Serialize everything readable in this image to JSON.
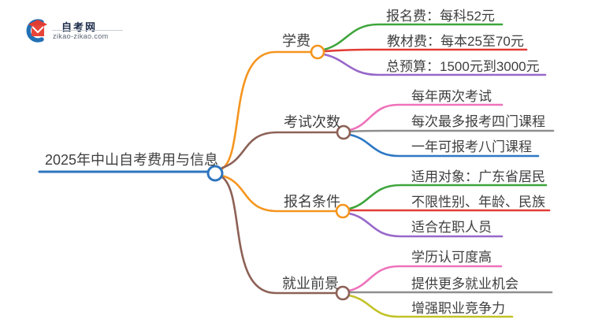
{
  "logo": {
    "title": "自考网",
    "domain": "zikao-zikao.com"
  },
  "mindmap": {
    "root": {
      "label": "2025年中山自考费用与信息"
    },
    "branches": [
      {
        "label": "学费",
        "children": [
          "报名费：每科52元",
          "教材费：每本25至70元",
          "总预算：1500元到3000元"
        ]
      },
      {
        "label": "考试次数",
        "children": [
          "每年两次考试",
          "每次最多报考四门课程",
          "一年可报考八门课程"
        ]
      },
      {
        "label": "报名条件",
        "children": [
          "适用对象：广东省居民",
          "不限性别、年龄、民族",
          "适合在职人员"
        ]
      },
      {
        "label": "就业前景",
        "children": [
          "学历认可度高",
          "提供更多就业机会",
          "增强职业竞争力"
        ]
      }
    ]
  },
  "colors": {
    "root_blue": "#2E75BE",
    "orange": "#F5951F",
    "brown": "#8D6156",
    "green": "#3EA53B",
    "red": "#E23C34",
    "purple": "#9768C9",
    "pink": "#EE72BB",
    "gray": "#8E8E8E",
    "blue": "#2E78C4",
    "yellow": "#C2C228",
    "logo_navy": "#1C2B4A",
    "logo_red": "#E03C31",
    "logo_blue": "#2270B5"
  }
}
